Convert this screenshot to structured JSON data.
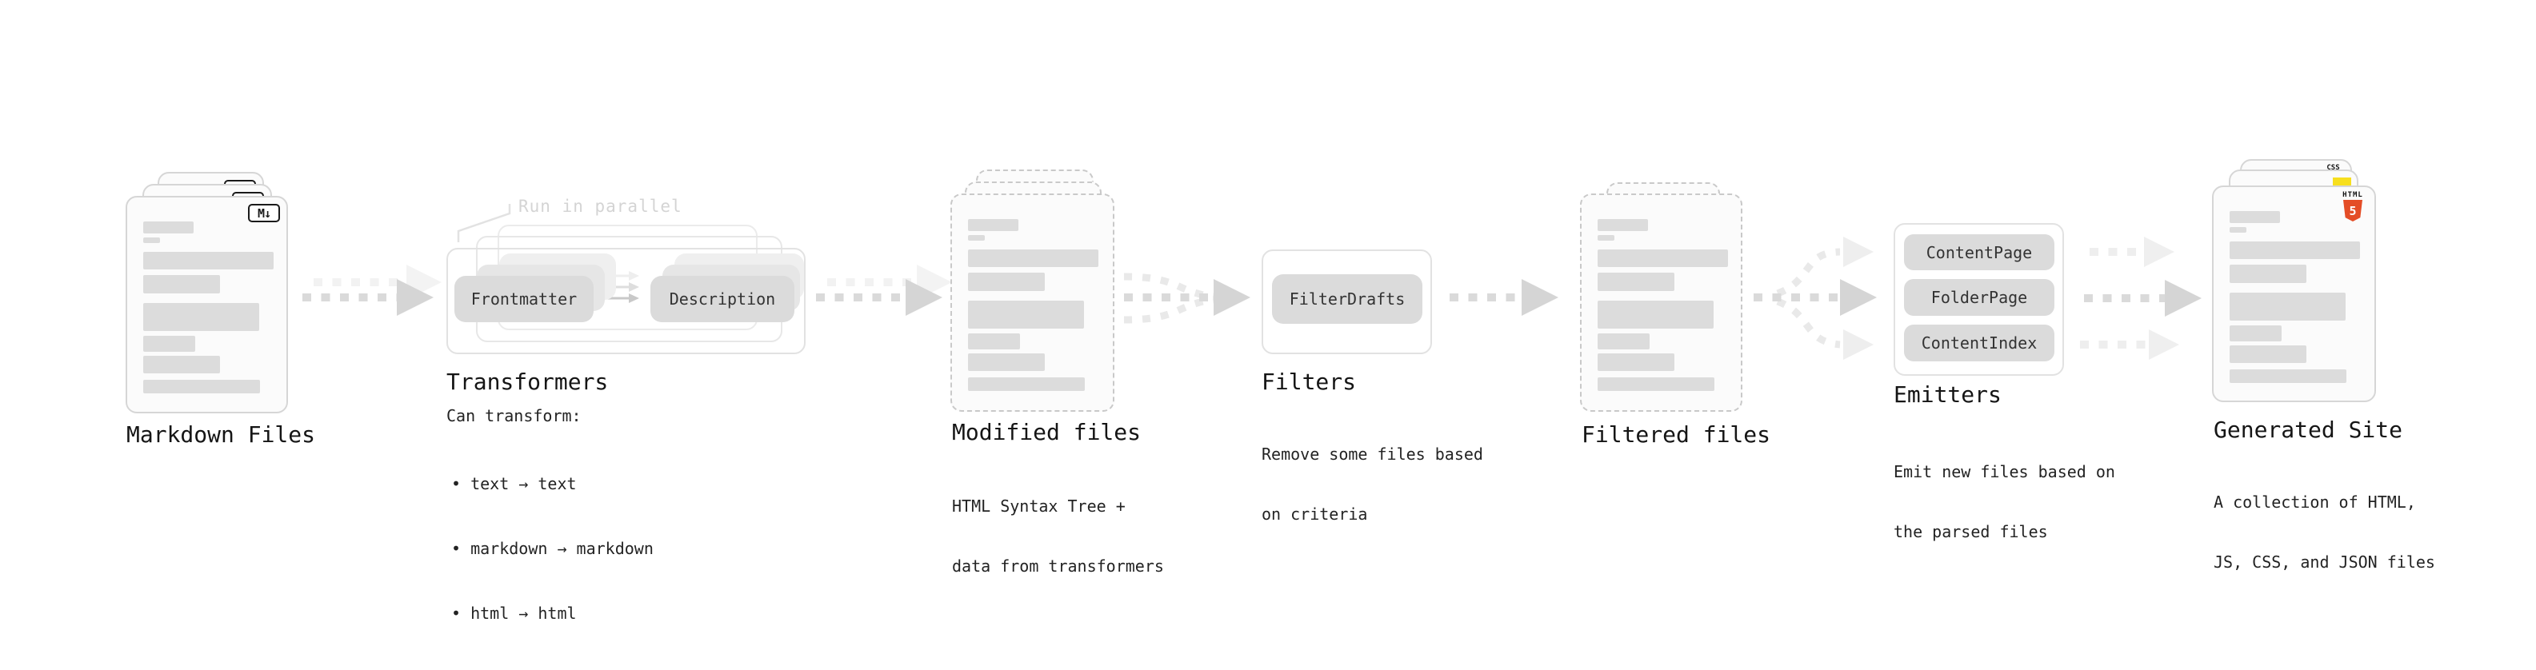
{
  "stages": {
    "markdown_files": {
      "label": "Markdown Files",
      "file_badge": "M↓"
    },
    "transformers": {
      "annotation": "Run in parallel",
      "input_pill": "Frontmatter",
      "output_pill": "Description",
      "heading": "Transformers",
      "list_title": "Can transform:",
      "bullets": [
        "• text → text",
        "• markdown → markdown",
        "• html → html"
      ]
    },
    "modified_files": {
      "label": "Modified files",
      "description_lines": [
        "HTML Syntax Tree +",
        "data from transformers"
      ]
    },
    "filters": {
      "pill": "FilterDrafts",
      "heading": "Filters",
      "description_lines": [
        "Remove some files based",
        "on criteria"
      ]
    },
    "filtered_files": {
      "label": "Filtered files"
    },
    "emitters": {
      "pills": [
        "ContentPage",
        "FolderPage",
        "ContentIndex"
      ],
      "heading": "Emitters",
      "description_lines": [
        "Emit new files based on",
        "the parsed files"
      ]
    },
    "generated_site": {
      "label": "Generated Site",
      "description_lines": [
        "A collection of HTML,",
        "JS, CSS, and JSON files"
      ],
      "badges": {
        "css_label": "CSS",
        "css_blue": "#2f6df6",
        "js_yellow": "#f7df1e",
        "html_label": "HTML",
        "html_number": "5",
        "html_orange": "#e44d26"
      }
    }
  }
}
